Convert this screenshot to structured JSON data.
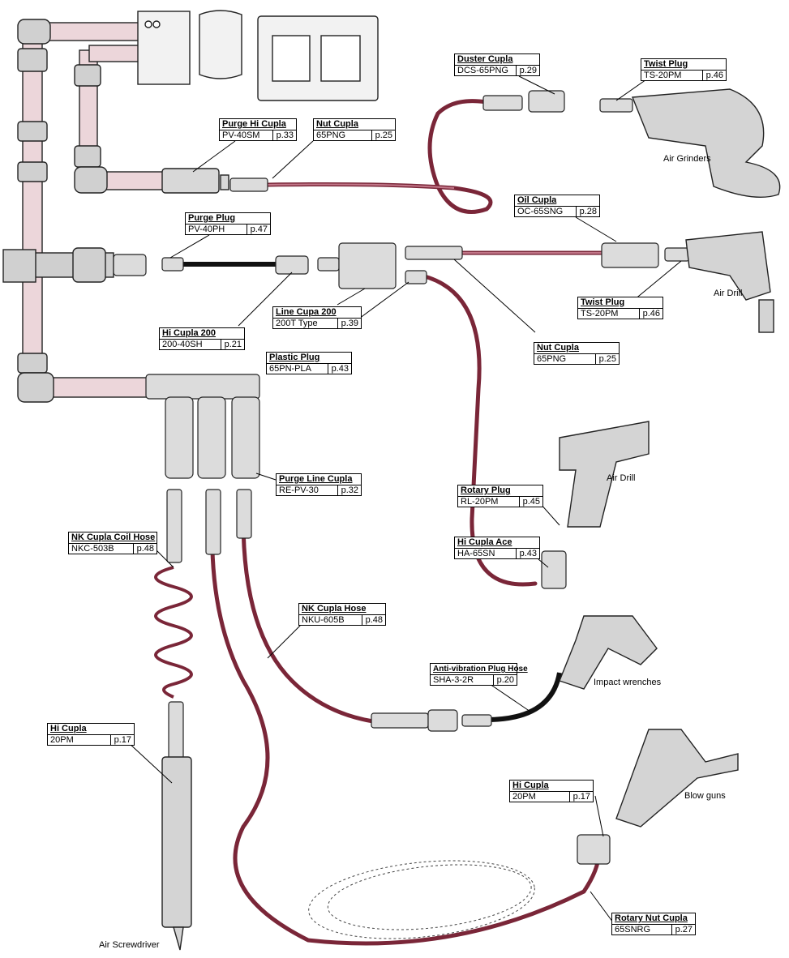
{
  "labels": [
    {
      "key": "purge_hi_cupla",
      "title": "Purge Hi Cupla",
      "code": "PV-40SM",
      "page": "p.33"
    },
    {
      "key": "nut_cupla_top",
      "title": "Nut Cupla",
      "code": "65PNG",
      "page": "p.25"
    },
    {
      "key": "duster_cupla",
      "title": "Duster Cupla",
      "code": "DCS-65PNG",
      "page": "p.29"
    },
    {
      "key": "twist_plug_top",
      "title": "Twist Plug",
      "code": "TS-20PM",
      "page": "p.46"
    },
    {
      "key": "purge_plug",
      "title": "Purge Plug",
      "code": "PV-40PH",
      "page": "p.47"
    },
    {
      "key": "oil_cupla",
      "title": "Oil Cupla",
      "code": "OC-65SNG",
      "page": "p.28"
    },
    {
      "key": "line_cupa",
      "title": "Line Cupa 200",
      "code": "200T Type",
      "page": "p.39"
    },
    {
      "key": "twist_plug_mid",
      "title": "Twist Plug",
      "code": "TS-20PM",
      "page": "p.46"
    },
    {
      "key": "hi_cupla_200",
      "title": "Hi Cupla 200",
      "code": "200-40SH",
      "page": "p.21"
    },
    {
      "key": "plastic_plug",
      "title": "Plastic Plug",
      "code": "65PN-PLA",
      "page": "p.43"
    },
    {
      "key": "nut_cupla_mid",
      "title": "Nut Cupla",
      "code": "65PNG",
      "page": "p.25"
    },
    {
      "key": "purge_line_cupla",
      "title": "Purge Line Cupla",
      "code": "RE-PV-30",
      "page": "p.32"
    },
    {
      "key": "rotary_plug",
      "title": "Rotary Plug",
      "code": "RL-20PM",
      "page": "p.45"
    },
    {
      "key": "nk_coil_hose",
      "title": "NK Cupla Coil Hose",
      "code": "NKC-503B",
      "page": "p.48"
    },
    {
      "key": "hi_cupla_ace",
      "title": "Hi Cupla Ace",
      "code": "HA-65SN",
      "page": "p.43"
    },
    {
      "key": "nk_cupla_hose",
      "title": "NK Cupla Hose",
      "code": "NKU-605B",
      "page": "p.48"
    },
    {
      "key": "anti_vib",
      "title": "Anti-vibration Plug Hose",
      "code": "SHA-3-2R",
      "page": "p.20"
    },
    {
      "key": "hi_cupla_left",
      "title": "Hi Cupla",
      "code": "20PM",
      "page": "p.17"
    },
    {
      "key": "hi_cupla_right",
      "title": "Hi Cupla",
      "code": "20PM",
      "page": "p.17"
    },
    {
      "key": "rotary_nut_cupla",
      "title": "Rotary Nut Cupla",
      "code": "65SNRG",
      "page": "p.27"
    }
  ],
  "tools": {
    "air_grinders": "Air Grinders",
    "air_drill_top": "Air Drill",
    "air_drill_mid": "Air Drill",
    "impact_wrenches": "Impact wrenches",
    "blow_guns": "Blow guns",
    "air_screwdriver": "Air Screwdriver"
  },
  "colors": {
    "pipe": "#ecd6da",
    "hose": "#a7465e",
    "line": "#000000"
  }
}
